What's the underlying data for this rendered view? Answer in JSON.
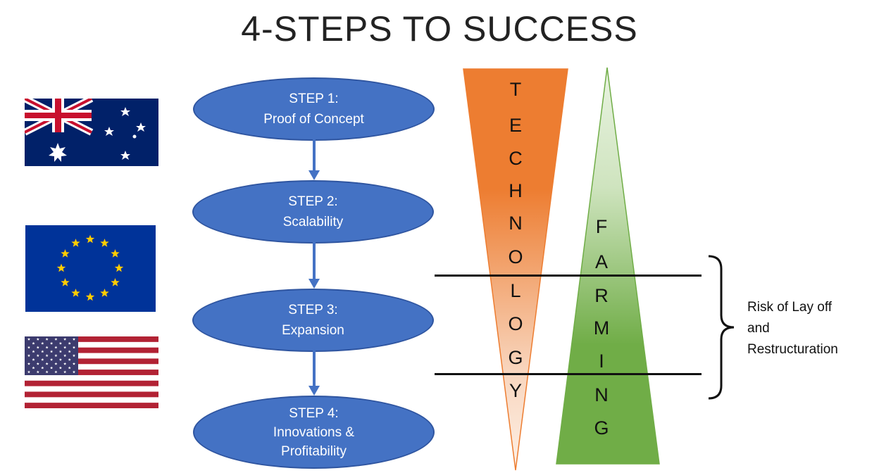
{
  "title": "4-STEPS TO SUCCESS",
  "flags": [
    "australia-flag",
    "eu-flag",
    "usa-flag"
  ],
  "steps": [
    {
      "label": "STEP 1:",
      "desc": "Proof of Concept"
    },
    {
      "label": "STEP 2:",
      "desc": "Scalability"
    },
    {
      "label": "STEP 3:",
      "desc": "Expansion"
    },
    {
      "label": "STEP 4:",
      "desc": "Innovations &",
      "desc2": "Profitability"
    }
  ],
  "technology_letters": [
    "T",
    "E",
    "C",
    "H",
    "N",
    "O",
    "L",
    "O",
    "G",
    "Y"
  ],
  "farming_letters": [
    "F",
    "A",
    "R",
    "M",
    "I",
    "N",
    "G"
  ],
  "risk_label": {
    "line1": "Risk of Lay off",
    "line2": "and",
    "line3": "Restructuration"
  },
  "colors": {
    "step_fill": "#4472c4",
    "technology": "#ed7d31",
    "farming": "#70ad47",
    "arrow": "#4472c4"
  }
}
